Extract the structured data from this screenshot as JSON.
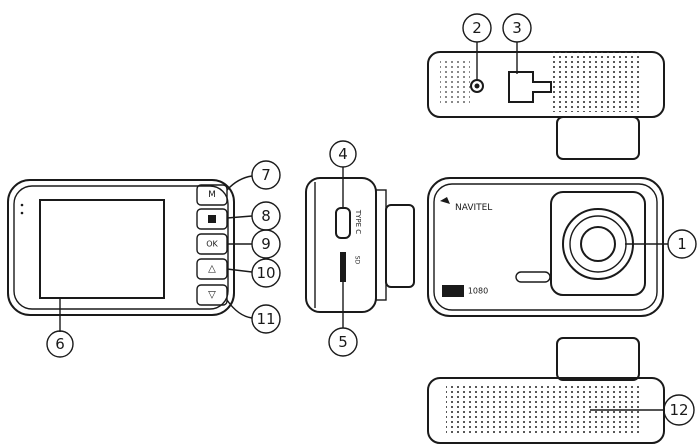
{
  "diagram": {
    "brand_text": "NAVITEL",
    "resolution_badge": "1080",
    "port_label": "TYPE C",
    "sd_label": "SD",
    "callouts": [
      {
        "id": "c1",
        "label": "1"
      },
      {
        "id": "c2",
        "label": "2"
      },
      {
        "id": "c3",
        "label": "3"
      },
      {
        "id": "c4",
        "label": "4"
      },
      {
        "id": "c5",
        "label": "5"
      },
      {
        "id": "c6",
        "label": "6"
      },
      {
        "id": "c7",
        "label": "7"
      },
      {
        "id": "c8",
        "label": "8"
      },
      {
        "id": "c9",
        "label": "9"
      },
      {
        "id": "c10",
        "label": "10"
      },
      {
        "id": "c11",
        "label": "11"
      },
      {
        "id": "c12",
        "label": "12"
      }
    ],
    "buttons": {
      "menu": "M",
      "stop": "■",
      "ok": "OK",
      "up": "△",
      "down": "▽"
    }
  }
}
